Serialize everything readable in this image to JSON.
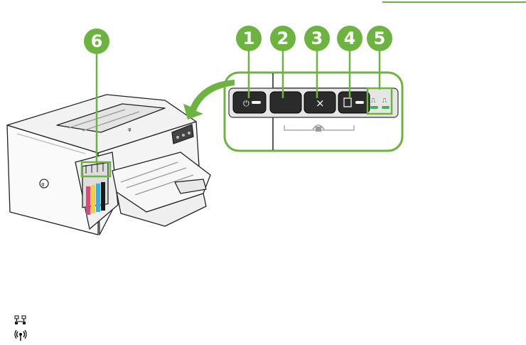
{
  "colors": {
    "accent_green": "#6cb33f",
    "led_green": "#3db54a"
  },
  "callouts": [
    "6",
    "1",
    "2",
    "3",
    "4",
    "5"
  ],
  "legend_icons": [
    "network-icon",
    "wireless-icon"
  ]
}
